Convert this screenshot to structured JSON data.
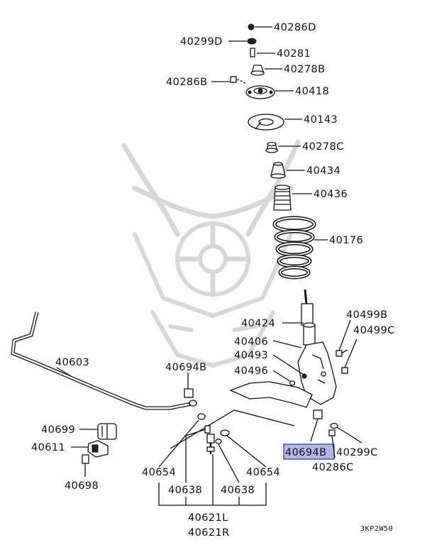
{
  "diagram": {
    "parts": [
      {
        "id": "40286D",
        "label": "40286D"
      },
      {
        "id": "40299D",
        "label": "40299D"
      },
      {
        "id": "40281",
        "label": "40281"
      },
      {
        "id": "40278B",
        "label": "40278B"
      },
      {
        "id": "40286B",
        "label": "40286B"
      },
      {
        "id": "40418",
        "label": "40418"
      },
      {
        "id": "40143",
        "label": "40143"
      },
      {
        "id": "40278C",
        "label": "40278C"
      },
      {
        "id": "40434",
        "label": "40434"
      },
      {
        "id": "40436",
        "label": "40436"
      },
      {
        "id": "40176",
        "label": "40176"
      },
      {
        "id": "40424",
        "label": "40424"
      },
      {
        "id": "40499B",
        "label": "40499B"
      },
      {
        "id": "40499C",
        "label": "40499C"
      },
      {
        "id": "40406",
        "label": "40406"
      },
      {
        "id": "40493",
        "label": "40493"
      },
      {
        "id": "40496",
        "label": "40496"
      },
      {
        "id": "40603",
        "label": "40603"
      },
      {
        "id": "40694B_left",
        "label": "40694B"
      },
      {
        "id": "40699",
        "label": "40699"
      },
      {
        "id": "40611",
        "label": "40611"
      },
      {
        "id": "40698",
        "label": "40698"
      },
      {
        "id": "40694B_selected",
        "label": "40694B",
        "highlighted": true
      },
      {
        "id": "40299C",
        "label": "40299C"
      },
      {
        "id": "40286C",
        "label": "40286C"
      },
      {
        "id": "40654_left",
        "label": "40654"
      },
      {
        "id": "40638_left",
        "label": "40638"
      },
      {
        "id": "40638_right",
        "label": "40638"
      },
      {
        "id": "40654_right",
        "label": "40654"
      },
      {
        "id": "40621L",
        "label": "40621L"
      },
      {
        "id": "40621R",
        "label": "40621R"
      }
    ],
    "diagram_code": "3KP2W50",
    "highlight_color": "#b4b6e6",
    "highlight_border": "#3b3f8f"
  }
}
